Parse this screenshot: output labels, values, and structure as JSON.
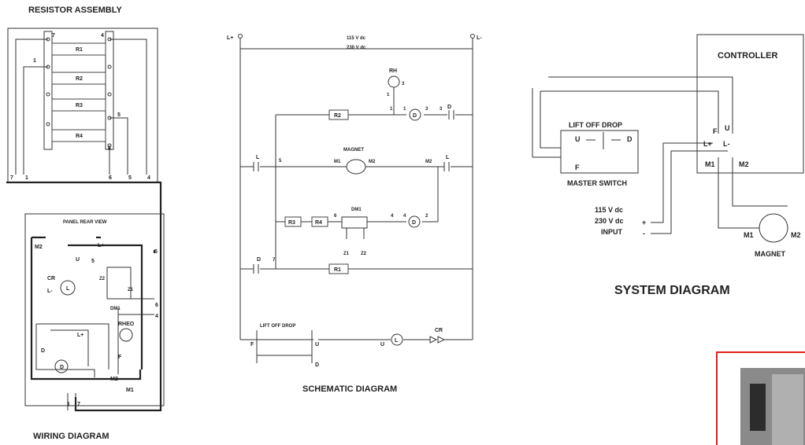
{
  "wiring": {
    "title": "WIRING DIAGRAM",
    "resistor_title": "RESISTOR ASSEMBLY",
    "resistors": [
      "R1",
      "R2",
      "R3",
      "R4"
    ],
    "panel_title": "PANEL REAR VIEW",
    "terminal_numbers": [
      "7",
      "4",
      "1",
      "5",
      "6",
      "7",
      "1",
      "6",
      "5",
      "4",
      "5",
      "6",
      "4",
      "1",
      "7"
    ],
    "labels": {
      "m2": "M2",
      "l_plus": "L+",
      "l": "L",
      "u": "U",
      "cr": "CR",
      "rheo": "RHEO",
      "f": "F",
      "d": "D",
      "m1": "M1",
      "l_minus": "L-",
      "dm1": "DM1",
      "z1": "Z1",
      "z2": "Z2"
    }
  },
  "schematic": {
    "title": "SCHEMATIC DIAGRAM",
    "supply_top": "115 V dc",
    "supply_bottom": "230 V dc",
    "l_plus": "L+",
    "l_minus": "L-",
    "rh": "RH",
    "r2": "R2",
    "r1": "R1",
    "r3": "R3",
    "r4": "R4",
    "magnet": "MAGNET",
    "m1": "M1",
    "m2": "M2",
    "m2b": "M2",
    "dm1": "DM1",
    "z1": "Z1",
    "z2": "Z2",
    "lift_off_drop": "LIFT OFF DROP",
    "cr": "CR",
    "l": "L",
    "l2": "L",
    "d": "D",
    "d2": "D",
    "u": "U",
    "u2": "U",
    "f": "F",
    "dcoil": "D",
    "lcoil": "L",
    "n1": "1",
    "n1b": "1",
    "n3": "3",
    "n3b": "3",
    "n5": "5",
    "n6": "6",
    "n4": "4",
    "n4b": "4",
    "n2": "2",
    "n7": "7",
    "n1c": "1",
    "n3c": "3"
  },
  "system": {
    "title": "SYSTEM DIAGRAM",
    "controller": "CONTROLLER",
    "master_switch_title": "LIFT OFF DROP",
    "master_switch": "MASTER SWITCH",
    "u": "U",
    "d": "D",
    "f": "F",
    "ctrl_f": "F",
    "ctrl_u": "U",
    "ctrl_lplus": "L+",
    "ctrl_lminus": "L-",
    "ctrl_m1": "M1",
    "ctrl_m2": "M2",
    "input_line1": "115 V dc",
    "input_line2": "230 V dc",
    "input_line3": "INPUT",
    "plus": "+",
    "minus": "-",
    "magnet": "MAGNET",
    "m1": "M1",
    "m2": "M2"
  },
  "colors": {
    "photo_border": "#e02020",
    "line": "#333333"
  }
}
